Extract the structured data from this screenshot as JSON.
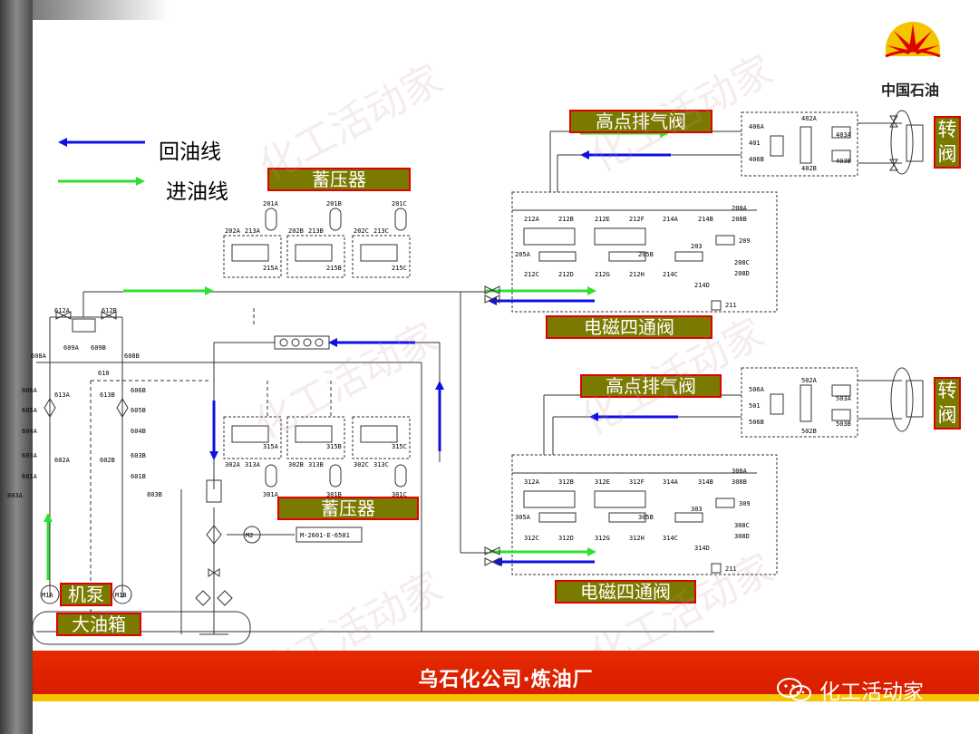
{
  "brand": {
    "logo_text": "中国石油"
  },
  "legend": {
    "return_line": "回油线",
    "supply_line": "进油线",
    "return_color": "#1010e0",
    "supply_color": "#30e030"
  },
  "labels": {
    "accumulator_top": "蓄压器",
    "accumulator_bottom": "蓄压器",
    "vent_valve_top": "高点排气阀",
    "vent_valve_bottom": "高点排气阀",
    "solenoid_top": "电磁四通阀",
    "solenoid_bottom": "电磁四通阀",
    "turn_valve_top": "转阀",
    "turn_valve_bottom": "转阀",
    "pump": "机泵",
    "tank": "大油箱"
  },
  "tags": {
    "t201A": "201A",
    "t201B": "201B",
    "t201C": "201C",
    "t202A": "202A",
    "t213A": "213A",
    "t202B": "202B",
    "t213B": "213B",
    "t202C": "202C",
    "t213C": "213C",
    "t215A": "215A",
    "t215B": "215B",
    "t215C": "215C",
    "t301A": "301A",
    "t301B": "301B",
    "t301C": "301C",
    "t302A": "302A",
    "t313A": "313A",
    "t302B": "302B",
    "t313B": "313B",
    "t302C": "302C",
    "t313C": "313C",
    "t315A": "315A",
    "t315B": "315B",
    "t315C": "315C",
    "t212A": "212A",
    "t212B": "212B",
    "t212E": "212E",
    "t212F": "212F",
    "t214A": "214A",
    "t214B": "214B",
    "t208A": "208A",
    "t208B": "208B",
    "t209": "209",
    "t203": "203",
    "t205A": "205A",
    "t205B": "205B",
    "t212C": "212C",
    "t212D": "212D",
    "t212G": "212G",
    "t212H": "212H",
    "t214C": "214C",
    "t214D": "214D",
    "t208C": "208C",
    "t208D": "208D",
    "t211": "211",
    "t312A": "312A",
    "t312B": "312B",
    "t312E": "312E",
    "t312F": "312F",
    "t314A": "314A",
    "t314B": "314B",
    "t308A": "308A",
    "t308B": "308B",
    "t309": "309",
    "t303": "303",
    "t305A": "305A",
    "t305B": "305B",
    "t312C": "312C",
    "t312D": "312D",
    "t312G": "312G",
    "t312H": "312H",
    "t314C": "314C",
    "t314D": "314D",
    "t308C": "308C",
    "t308D": "308D",
    "t311": "211",
    "t402A": "402A",
    "t403A": "403A",
    "t406A": "406A",
    "t401": "401",
    "t406B": "406B",
    "t402B": "402B",
    "t403B": "403B",
    "t502A": "502A",
    "t503A": "503A",
    "t506A": "506A",
    "t501": "501",
    "t506B": "506B",
    "t502B": "502B",
    "t503B": "503B",
    "t612A": "612A",
    "t612B": "612B",
    "t608A": "608A",
    "t609A": "609A",
    "t609B": "609B",
    "t608B": "608B",
    "t610": "610",
    "t606A": "606A",
    "t613A": "613A",
    "t613B": "613B",
    "t606B": "606B",
    "t605A": "605A",
    "t605B": "605B",
    "t604A": "604A",
    "t604B": "604B",
    "t603A": "603A",
    "t602A": "602A",
    "t602B": "602B",
    "t603B": "603B",
    "t601A": "601A",
    "t601B": "601B",
    "t803A": "803A",
    "t803B": "803B",
    "tM1A": "M1A",
    "tM1B": "M1B",
    "tM2": "M2",
    "tM2601": "M-2601-E-6501"
  },
  "watermark": "化工活动家",
  "footer": {
    "title": "乌石化公司·炼油厂",
    "wechat": "化工活动家"
  }
}
